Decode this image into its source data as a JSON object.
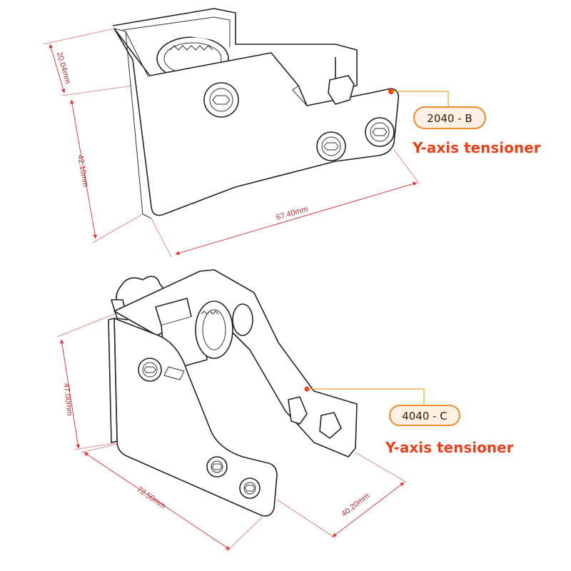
{
  "colors": {
    "dimension": "#d84040",
    "title": "#e8401c",
    "badge_fill": "#fff1e6",
    "badge_stroke": "#f08a2a",
    "leader": "#f0a020"
  },
  "top_part": {
    "badge": "2040 - B",
    "title": "Y-axis tensioner",
    "dimensions": {
      "top": "20.04mm",
      "height": "42.10mm",
      "length": "67.40mm"
    }
  },
  "bottom_part": {
    "badge": "4040 - C",
    "title": "Y-axis tensioner",
    "dimensions": {
      "height": "47.00mm",
      "length": "72.50mm",
      "depth": "40.20mm"
    }
  }
}
